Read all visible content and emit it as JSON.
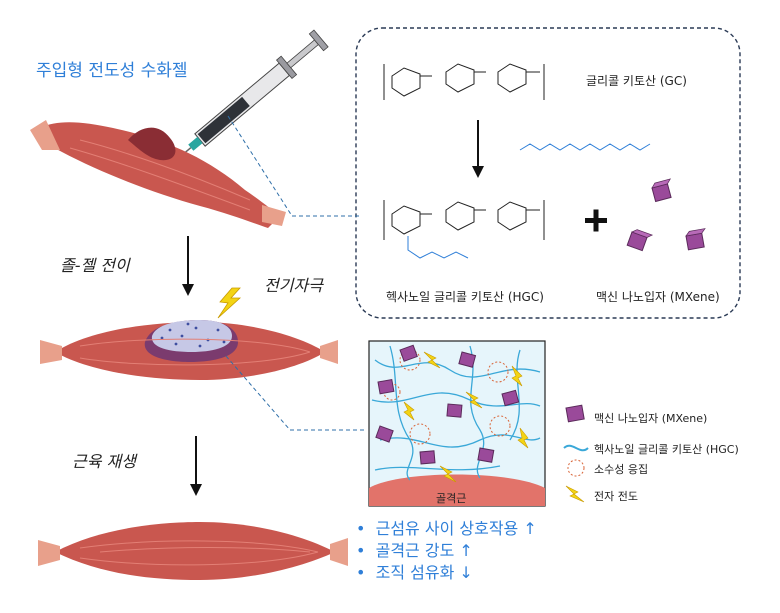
{
  "title": "주입형 전도성 수화젤",
  "steps": {
    "sol_gel": "졸-젤 전이",
    "electric": "전기자극",
    "regen": "근육 재생"
  },
  "chemistry": {
    "gc": "글리콜 키토산 (GC)",
    "hgc": "헥사노일 글리콜 키토산 (HGC)",
    "mxene": "맥신 나노입자 (MXene)"
  },
  "inset": {
    "tissue": "골격근"
  },
  "legend": {
    "mxene": "맥신 나노입자 (MXene)",
    "hgc": "헥사노일 글리콜 키토산 (HGC)",
    "hydrophobic": "소수성 응집",
    "electron": "전자 전도"
  },
  "outcomes": [
    "근섬유 사이 상호작용 ↑",
    "골격근 강도 ↑",
    "조직 섬유화 ↓"
  ],
  "colors": {
    "accent": "#2f7fd8",
    "muscle": "#c9574f",
    "tendon": "#e8a08b",
    "mxene": "#9a4a9a",
    "fiber": "#3aa8d8",
    "arrow_yellow": "#f3d414"
  }
}
